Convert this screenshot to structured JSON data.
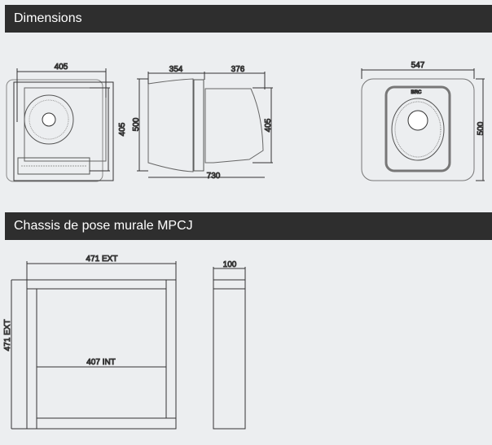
{
  "sections": [
    {
      "title": "Dimensions"
    },
    {
      "title": "Chassis de pose murale MPCJ"
    }
  ],
  "dimensions": {
    "front_width": "405",
    "front_height": "405",
    "side_depth_a": "354",
    "side_depth_b": "376",
    "side_height": "500",
    "side_fan_height": "405",
    "side_total": "730",
    "rear_width": "547",
    "rear_height": "500",
    "logo": "BRC"
  },
  "chassis": {
    "ext_width": "471 EXT",
    "ext_height": "471 EXT",
    "int_width": "407 INT",
    "depth": "100"
  }
}
